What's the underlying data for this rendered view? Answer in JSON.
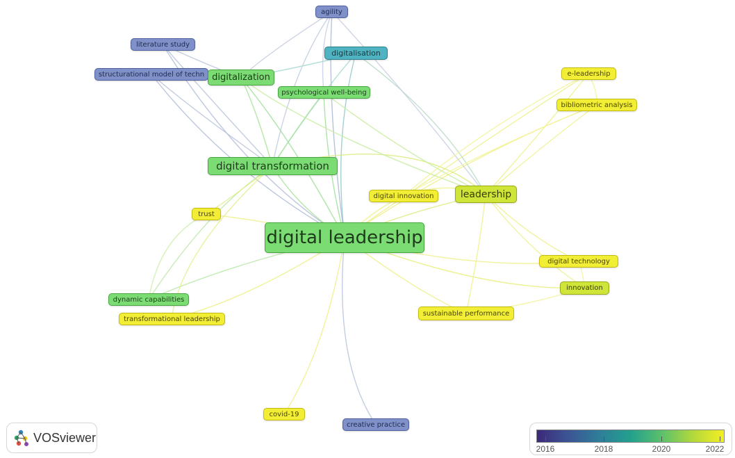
{
  "nodes": [
    {
      "id": "agility",
      "label": "agility",
      "color_class": "c-blue"
    },
    {
      "id": "literature-study",
      "label": "literature study",
      "color_class": "c-blue"
    },
    {
      "id": "structurational-model",
      "label": "structurational model of techn",
      "color_class": "c-blue"
    },
    {
      "id": "digitalization",
      "label": "digitalization",
      "color_class": "c-green"
    },
    {
      "id": "digitalisation",
      "label": "digitalisation",
      "color_class": "c-teal"
    },
    {
      "id": "psychological-well-being",
      "label": "psychological well-being",
      "color_class": "c-green"
    },
    {
      "id": "e-leadership",
      "label": "e-leadership",
      "color_class": "c-yellow"
    },
    {
      "id": "bibliometric-analysis",
      "label": "bibliometric analysis",
      "color_class": "c-yellow"
    },
    {
      "id": "digital-transformation",
      "label": "digital transformation",
      "color_class": "c-green"
    },
    {
      "id": "digital-innovation",
      "label": "digital innovation",
      "color_class": "c-yellow"
    },
    {
      "id": "leadership",
      "label": "leadership",
      "color_class": "c-lime"
    },
    {
      "id": "trust",
      "label": "trust",
      "color_class": "c-yellow"
    },
    {
      "id": "digital-leadership",
      "label": "digital leadership",
      "color_class": "c-green"
    },
    {
      "id": "digital-technology",
      "label": "digital technology",
      "color_class": "c-yellow"
    },
    {
      "id": "innovation",
      "label": "innovation",
      "color_class": "c-lime"
    },
    {
      "id": "dynamic-capabilities",
      "label": "dynamic capabilities",
      "color_class": "c-green"
    },
    {
      "id": "transformational-leadership",
      "label": "transformational leadership",
      "color_class": "c-yellow"
    },
    {
      "id": "sustainable-performance",
      "label": "sustainable performance",
      "color_class": "c-yellow"
    },
    {
      "id": "covid-19",
      "label": "covid-19",
      "color_class": "c-yellow"
    },
    {
      "id": "creative-practice",
      "label": "creative practice",
      "color_class": "c-blue"
    }
  ],
  "logo": {
    "text": "VOSviewer"
  },
  "color_scale": {
    "labels": [
      "2016",
      "2018",
      "2020",
      "2022"
    ],
    "colors": [
      "#3b2a79",
      "#3c5394",
      "#2f7d99",
      "#23a08d",
      "#5cc16b",
      "#b5d93a",
      "#f5ef23"
    ]
  }
}
